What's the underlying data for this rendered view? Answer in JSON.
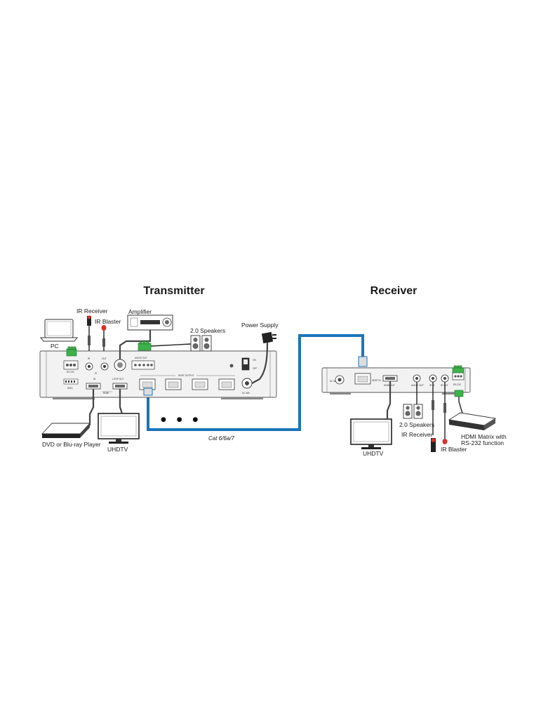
{
  "titles": {
    "transmitter": "Transmitter",
    "receiver": "Receiver"
  },
  "labels": {
    "ir_receiver_tx": "IR Receiver",
    "ir_blaster_tx": "IR Blaster",
    "amplifier": "Amplifier",
    "speakers_tx": "2.0 Speakers",
    "power_supply": "Power Supply",
    "pc": "PC",
    "dvd": "DVD or Blu-ray Player",
    "uhdtv_tx": "UHDTV",
    "cable": "Cat 6/6a/7",
    "speakers_rx": "2.0 Speakers",
    "ir_receiver_rx": "IR Receiver",
    "ir_blaster_rx": "IR Blaster",
    "uhdtv_rx": "UHDTV",
    "matrix_line1": "HDMI Matrix with",
    "matrix_line2": "RS-232 function"
  },
  "panel_text": {
    "tx_rs232": "RS-232",
    "tx_ir_in": "IR",
    "tx_ir_out": "OUT",
    "tx_ir": "IR",
    "tx_edid": "EDID",
    "tx_in": "IN",
    "tx_hdmi": "HDMI",
    "tx_loop_out": "LOOP OUT",
    "tx_audio_out": "AUDIO OUT",
    "tx_hdbt_output": "HDBT OUTPUT",
    "tx_on": "ON",
    "tx_off": "OFF",
    "tx_dc": "DC 48V",
    "rx_dc": "DC 48V",
    "rx_hdbt_in": "HDBT IN",
    "rx_hdmi_out": "HDMI OUT",
    "rx_audio_out": "AUDIO OUT",
    "rx_ir_in": "IR IN",
    "rx_ir_out": "IR OUT",
    "rx_rs232": "RS-232"
  },
  "colors": {
    "cat_cable": "#1b74b8",
    "terminal_green": "#3bb34a",
    "ir_red": "#d8322a"
  },
  "icons": {
    "ellipsis": "● ● ●"
  }
}
